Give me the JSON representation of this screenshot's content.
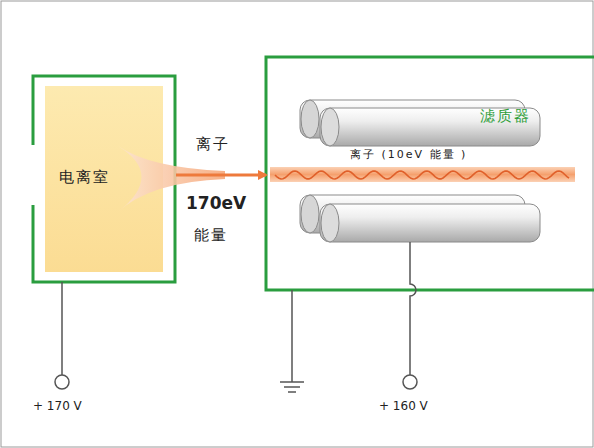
{
  "diagram": {
    "nodes": [
      {
        "text": [
          "电离室"
        ]
      },
      {
        "text": [
          "滤质器"
        ]
      }
    ],
    "edges": [
      {
        "from": 0,
        "to": 1,
        "arrow": "to"
      }
    ],
    "labels": [
      "离子",
      "170eV",
      "能量",
      "离子 (10eV 能量 )",
      "+ 170 V",
      "+ 160 V"
    ]
  }
}
